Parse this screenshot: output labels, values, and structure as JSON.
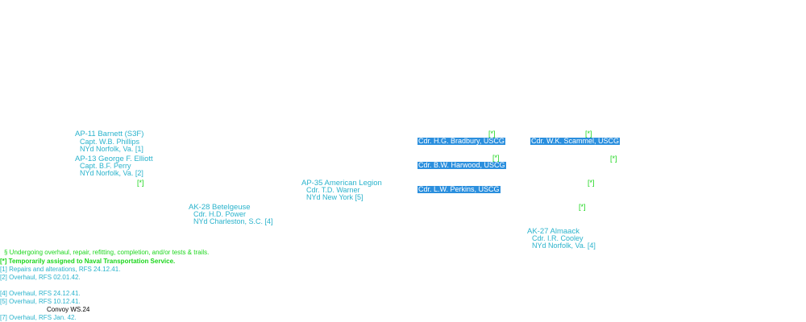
{
  "colors": {
    "cyan_text": "#2ab3cc",
    "green_text": "#1bd61b",
    "highlight_bg": "#2b8fde",
    "highlight_text": "#ffffff",
    "background": "#ffffff"
  },
  "left_ships": {
    "barnett": {
      "name": "AP-11 Barnett (S3F)",
      "cmdr": "Capt. W.B. Phillips",
      "loc": "NYd Norfolk, Va. [1]"
    },
    "elliott": {
      "name": "AP-13 George F. Elliott",
      "cmdr": "Capt. B.F. Perry",
      "loc": "NYd Norfolk, Va. [2]"
    },
    "elliott_mark": "[*]"
  },
  "betelgeuse": {
    "name": "AK-28 Betelgeuse",
    "cmdr": "Cdr. H.D. Power",
    "loc": "NYd Charleston, S.C. [4]"
  },
  "american_legion": {
    "name": "AP-35 American Legion",
    "cmdr": "Cdr. T.D. Warner",
    "loc": "NYd New York [5]"
  },
  "uscg": {
    "bradbury": "Cdr. H.G. Bradbury, USCG",
    "harwood": "Cdr. B.W. Harwood, USCG",
    "perkins": "Cdr. L.W. Perkins, USCG",
    "scammel": "Cdr. W.K. Scammel, USCG"
  },
  "marks": {
    "m1": "[*]",
    "m2": "[*]",
    "m3": "[*]",
    "m4": "[*]",
    "m5": "[*]",
    "m6": "[*]"
  },
  "almaack": {
    "name": "AK-27 Almaack",
    "cmdr": "Cdr. I.R. Cooley",
    "loc": "NYd Norfolk, Va. [4]"
  },
  "legend": {
    "l0": "§ Undergoing overhaul, repair, refitting, completion, and/or tests & trails.",
    "l1": "[*] Temporarily assigned to Naval Transportation Service.",
    "l2": "[1] Repairs and alterations, RFS 24.12.41.",
    "l3": "[2] Overhaul, RFS 02.01.42.",
    "l4": "[4] Overhaul, RFS 24.12.41.",
    "l5": "[5] Overhaul, RFS 10.12.41.",
    "convoy": "Convoy WS.24",
    "l6": "[7] Overhaul, RFS Jan. 42."
  }
}
